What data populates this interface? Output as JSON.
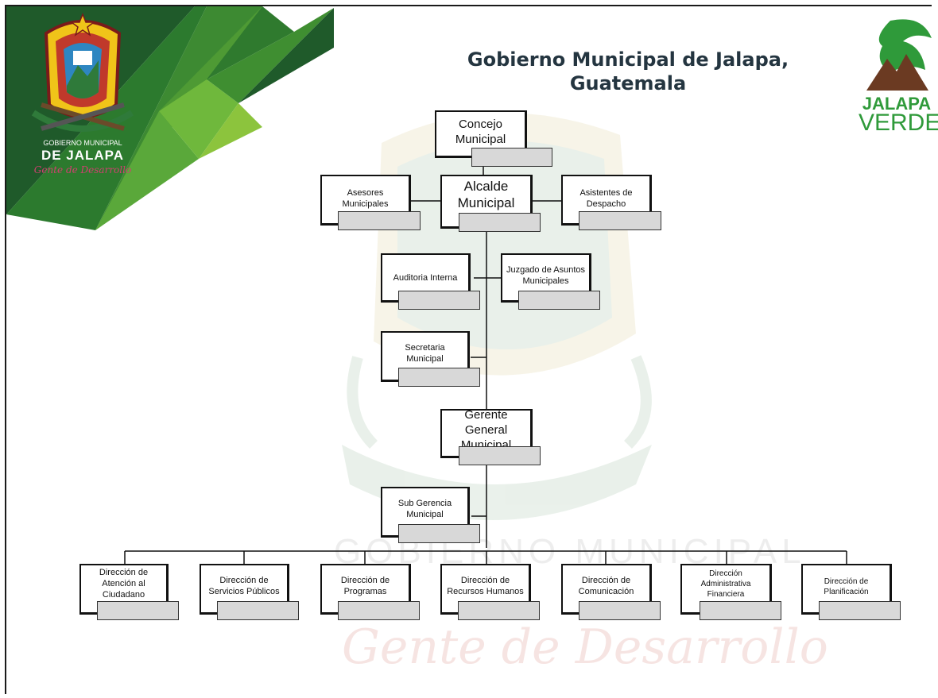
{
  "title": {
    "line1": "Gobierno Municipal de Jalapa,",
    "line2": "Guatemala"
  },
  "logo_left": {
    "line1": "GOBIERNO MUNICIPAL",
    "line2": "DE JALAPA",
    "slogan": "Gente de Desarrollo"
  },
  "logo_right": {
    "line1": "JALAPA",
    "line2": "VERDE"
  },
  "watermark": {
    "line1": "GOBIERNO MUNICIPAL",
    "line2": "Gente de Desarrollo"
  },
  "nodes": {
    "concejo": [
      "Concejo",
      "Municipal"
    ],
    "asesores": [
      "Asesores",
      "Municipales"
    ],
    "alcalde": [
      "Alcalde",
      "Municipal"
    ],
    "asistentes": [
      "Asistentes de",
      "Despacho"
    ],
    "auditoria": [
      "Auditoria Interna"
    ],
    "juzgado": [
      "Juzgado de Asuntos",
      "Municipales"
    ],
    "secretaria": [
      "Secretaria",
      "Municipal"
    ],
    "gerente": [
      "Gerente",
      "General",
      "Municipal"
    ],
    "subgerencia": [
      "Sub Gerencia",
      "Municipal"
    ],
    "dir_atencion": [
      "Dirección de",
      "Atención al",
      "Ciudadano"
    ],
    "dir_servicios": [
      "Dirección de",
      "Servicios Públicos"
    ],
    "dir_programas": [
      "Dirección de",
      "Programas"
    ],
    "dir_rrhh": [
      "Dirección de",
      "Recursos Humanos"
    ],
    "dir_comunicacion": [
      "Dirección de",
      "Comunicación"
    ],
    "dir_financiera": [
      "Dirección",
      "Administrativa",
      "Financiera"
    ],
    "dir_planificacion": [
      "Dirección de",
      "Planificación"
    ]
  },
  "colors": {
    "banner_dark": "#1f5a2a",
    "banner_mid": "#3d8a32",
    "banner_light": "#8cc43d",
    "title": "#243540",
    "brand_green": "#2f9a3a",
    "tag_fill": "#d8d8d8"
  }
}
